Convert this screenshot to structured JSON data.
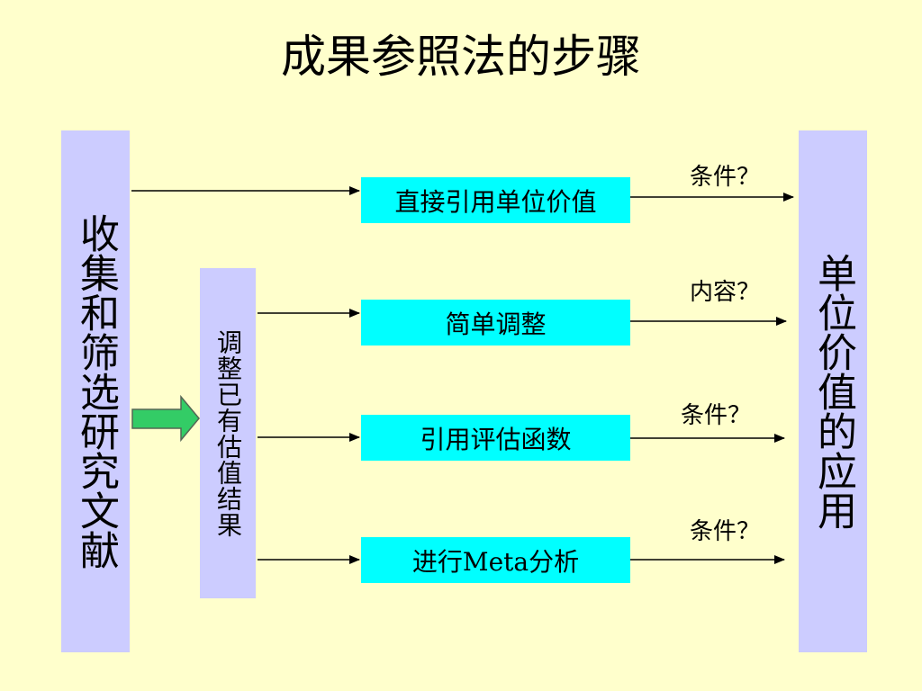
{
  "title": "成果参照法的步骤",
  "left_panel": {
    "text": "收集和筛选研究文献"
  },
  "middle_panel": {
    "text": "调整已有估值结果"
  },
  "right_panel": {
    "text": "单位价值的应用"
  },
  "boxes": [
    {
      "label": "直接引用单位价值"
    },
    {
      "label": "简单调整"
    },
    {
      "label": "引用评估函数"
    },
    {
      "label": "进行Meta分析"
    }
  ],
  "conditions": [
    {
      "label": "条件？"
    },
    {
      "label": "内容？"
    },
    {
      "label": "条件？"
    },
    {
      "label": "条件？"
    }
  ],
  "colors": {
    "background": "#FFFFCC",
    "panel": "#CCCCFF",
    "box": "#00FFFF",
    "green_arrow": "#33CC66"
  }
}
